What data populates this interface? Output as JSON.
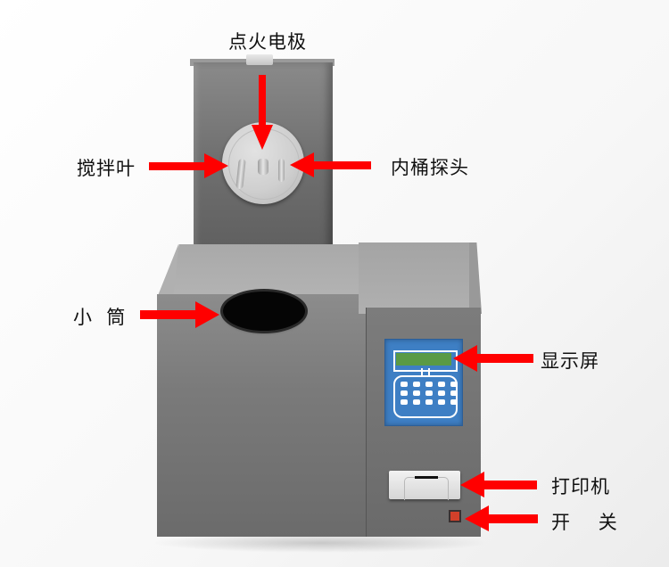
{
  "diagram": {
    "subject": "calorimeter instrument",
    "accent_color": "#ff0000",
    "labels": [
      {
        "id": "ignition-electrode",
        "text": "点火电极"
      },
      {
        "id": "stirrer-blade",
        "text": "搅拌叶"
      },
      {
        "id": "inner-bucket-probe",
        "text": "内桶探头"
      },
      {
        "id": "small-cylinder",
        "text": "小  筒"
      },
      {
        "id": "display-screen",
        "text": "显示屏"
      },
      {
        "id": "printer",
        "text": "打印机"
      },
      {
        "id": "power-switch",
        "text": "开    关"
      }
    ],
    "colors": {
      "body": "#7a7a7a",
      "panel": "#3e7fc4",
      "lcd": "#5a9a45",
      "switch": "#d2402a",
      "arrow": "#ff0000"
    }
  }
}
